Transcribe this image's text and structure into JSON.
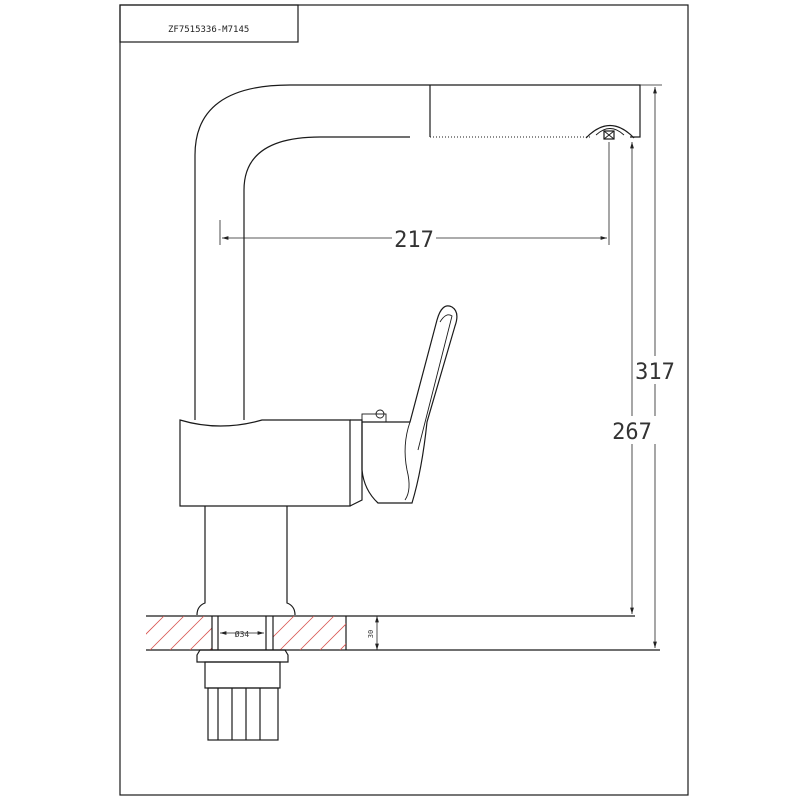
{
  "title_block": {
    "code": "ZF7515336-M7145"
  },
  "dimensions": {
    "reach": "217",
    "total_height": "317",
    "spout_height": "267",
    "hole_diameter": "Ø34",
    "deck_thickness": "30"
  },
  "colors": {
    "line": "#1a1a1a",
    "hatch": "#d9534f",
    "background": "#ffffff"
  }
}
